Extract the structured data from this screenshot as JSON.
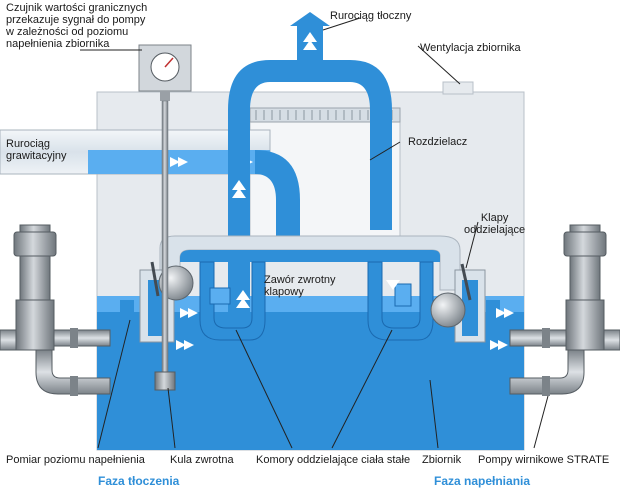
{
  "labels": {
    "sensor": "Czujnik wartości granicznych\nprzekazuje sygnał do pompy\nw zależności od poziomu\nnapełnienia zbiornika",
    "pressure_pipe": "Rurociąg tłoczny",
    "tank_vent": "Wentylacja zbiornika",
    "gravity_pipe": "Rurociąg\ngrawitacyjny",
    "distributor": "Rozdzielacz",
    "check_flaps": "Klapy\noddzielające",
    "flap_valve": "Zawór zwrotny\nklapowy",
    "level_measurement": "Pomiar poziomu napełnienia",
    "ball_valve": "Kula zwrotna",
    "solids_chambers": "Komory oddzielające ciała stałe",
    "tank": "Zbiornik",
    "pumps": "Pompy wirnikowe STRATE"
  },
  "phases": {
    "pumping": "Faza tłoczenia",
    "filling": "Faza napełniania"
  },
  "colors": {
    "water": "#2f8fd8",
    "water_light": "#5aaef0",
    "housing": "#e6eaee",
    "housing_edge": "#b8c0c8",
    "pump_metal": "#9aa0a6",
    "phase_text": "#2f8fd8"
  }
}
